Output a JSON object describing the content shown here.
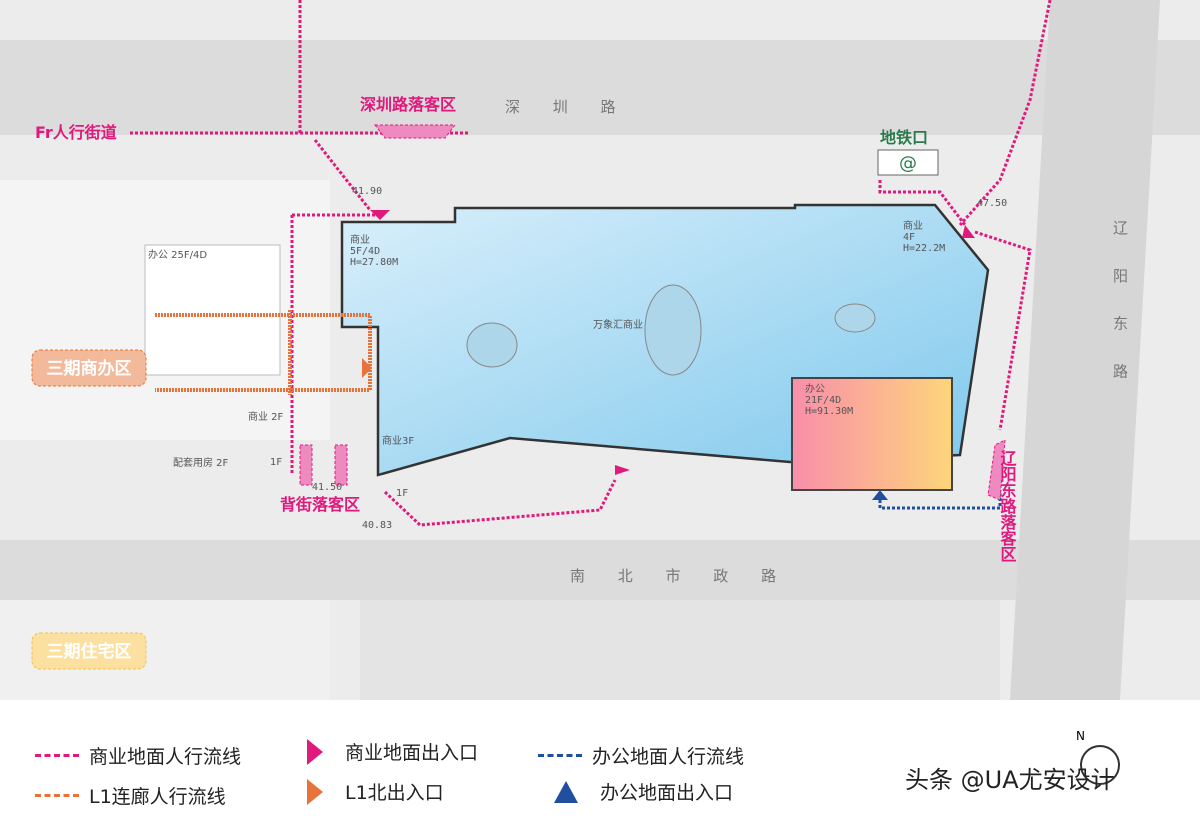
{
  "map": {
    "roads": {
      "north": "深 圳 路",
      "south": "南 北 市 政 路",
      "east": "辽 阳 东 路"
    },
    "dropoffs": {
      "north": "深圳路落客区",
      "back": "背街落客区",
      "east": "辽阳东路落客区"
    },
    "street": "Fr人行街道",
    "metro": "地铁口",
    "metro_icon": "metro-icon",
    "zones": {
      "commercial_office": "三期商办区",
      "residential": "三期住宅区"
    },
    "buildings": {
      "main": "万象汇商业",
      "west": [
        "商业",
        "5F/4D",
        "H=27.80M"
      ],
      "east": [
        "商业",
        "4F",
        "H=22.2M"
      ],
      "office": [
        "办公",
        "21F/4D",
        "H=91.30M"
      ],
      "retail3f": "商业3F",
      "office25": "办公 25F/4D",
      "retail2f": "商业 2F",
      "support": "配套用房 2F",
      "f1a": "1F",
      "f1b": "1F"
    },
    "elevations": [
      "41.90",
      "47.50",
      "41.50",
      "40.83"
    ]
  },
  "legend": [
    {
      "label": "商业地面人行流线",
      "type": "line",
      "color": "#e0197d"
    },
    {
      "label": "商业地面出入口",
      "type": "triangle",
      "color": "#e0197d"
    },
    {
      "label": "办公地面人行流线",
      "type": "line",
      "color": "#1f4f9e"
    },
    {
      "label": "L1连廊人行流线",
      "type": "line",
      "color": "#e8733a"
    },
    {
      "label": "L1北出入口",
      "type": "triangle",
      "color": "#e8733a"
    },
    {
      "label": "办公地面出入口",
      "type": "triangle-up",
      "color": "#1f4f9e"
    }
  ],
  "watermark": "头条 @UA尤安设计",
  "compass": "N"
}
